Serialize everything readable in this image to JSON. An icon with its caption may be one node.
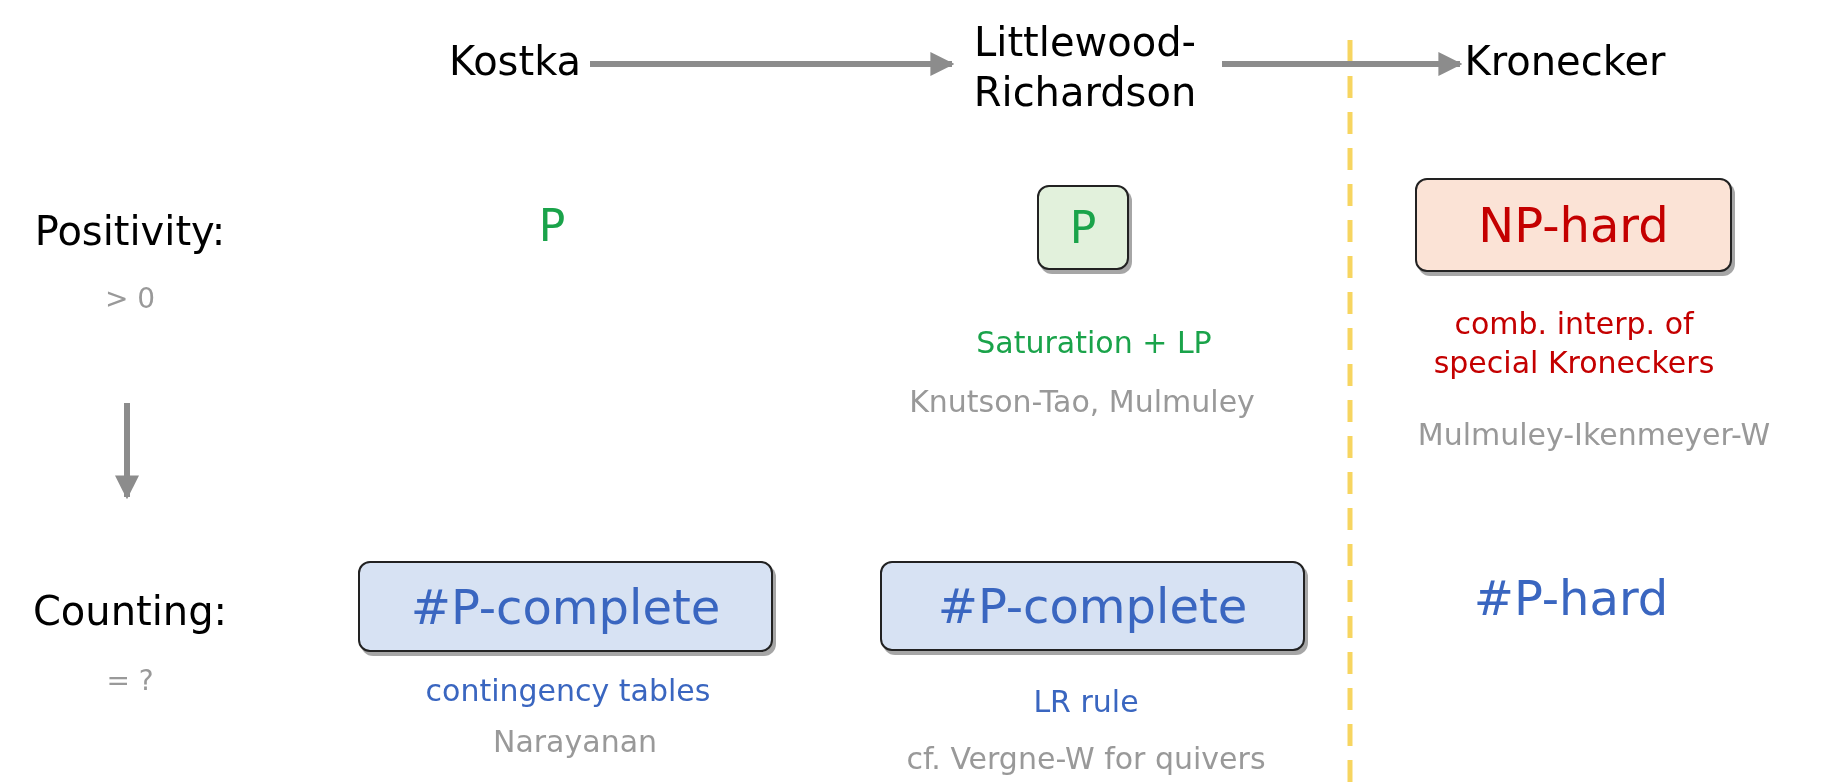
{
  "diagram": {
    "nodes": [
      {
        "text": [
          "Kostka"
        ]
      },
      {
        "text": [
          "Littlewood-Richardson"
        ]
      },
      {
        "text": [
          "Kronecker"
        ]
      },
      {
        "text": [
          "Positivity:",
          "> 0"
        ]
      },
      {
        "text": [
          "P"
        ],
        "beside": [
          "Saturation + LP",
          "Knutson-Tao, Mulmuley"
        ]
      },
      {
        "text": [
          "NP-hard"
        ],
        "beside": [
          "comb. interp. of special Kroneckers",
          "Mulmuley-Ikenmeyer-W"
        ]
      },
      {
        "text": [
          "Counting:",
          "= ?"
        ]
      },
      {
        "text": [
          "#P-complete"
        ],
        "beside": [
          "contingency tables",
          "Narayanan"
        ]
      },
      {
        "text": [
          "#P-complete"
        ],
        "beside": [
          "LR rule",
          "cf. Vergne-W for quivers"
        ]
      }
    ],
    "edges": [
      {
        "from": 0,
        "to": 1,
        "arrow": "to"
      },
      {
        "from": 1,
        "to": 2,
        "arrow": "to"
      },
      {
        "from": 3,
        "to": 6,
        "arrow": "to"
      }
    ],
    "labels": [
      "P",
      "#P-hard"
    ]
  }
}
